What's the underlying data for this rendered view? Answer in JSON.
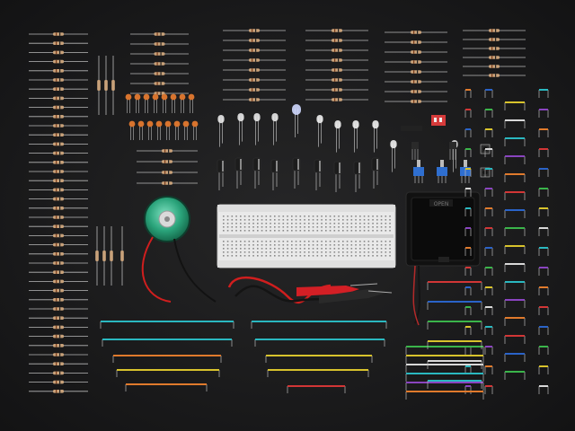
{
  "colors": {
    "background": "#1a1a1b",
    "lead": "#b9b9b9",
    "resistor_body": "#c9a27a",
    "capacitor": "#d8742e",
    "electrolytic": "#1c1c1c",
    "breadboard": "#e9e9e9",
    "battery_box": "#111111",
    "speaker": "#2aa37a",
    "clip_red": "#d31f25",
    "clip_black": "#202020",
    "jumper_blue": "#2a63c8",
    "jumper_red": "#d23636",
    "jumper_green": "#3ab54a",
    "jumper_yellow": "#d8c32c",
    "jumper_orange": "#e07a2c",
    "jumper_purple": "#8a44c0",
    "jumper_cyan": "#2ab8c0",
    "jumper_white": "#d8d8d8",
    "pot_blue": "#2f6fd0"
  },
  "components": {
    "resistors": {
      "count": 70
    },
    "ceramic_capacitors": {
      "count": 16
    },
    "leds": {
      "count": 11
    },
    "electrolytic_capacitors": {
      "count": 10
    },
    "potentiometers": {
      "count": 3
    },
    "pushbuttons": {
      "count": 2
    },
    "dip_switch": {
      "count": 1
    },
    "breadboard": {
      "count": 1
    },
    "battery_box": {
      "label": "OPEN"
    },
    "speaker": {
      "count": 1
    },
    "alligator_clips": {
      "count": 2
    },
    "jumper_wires": {
      "count": 90
    },
    "long_wires": {
      "count": 14
    }
  }
}
